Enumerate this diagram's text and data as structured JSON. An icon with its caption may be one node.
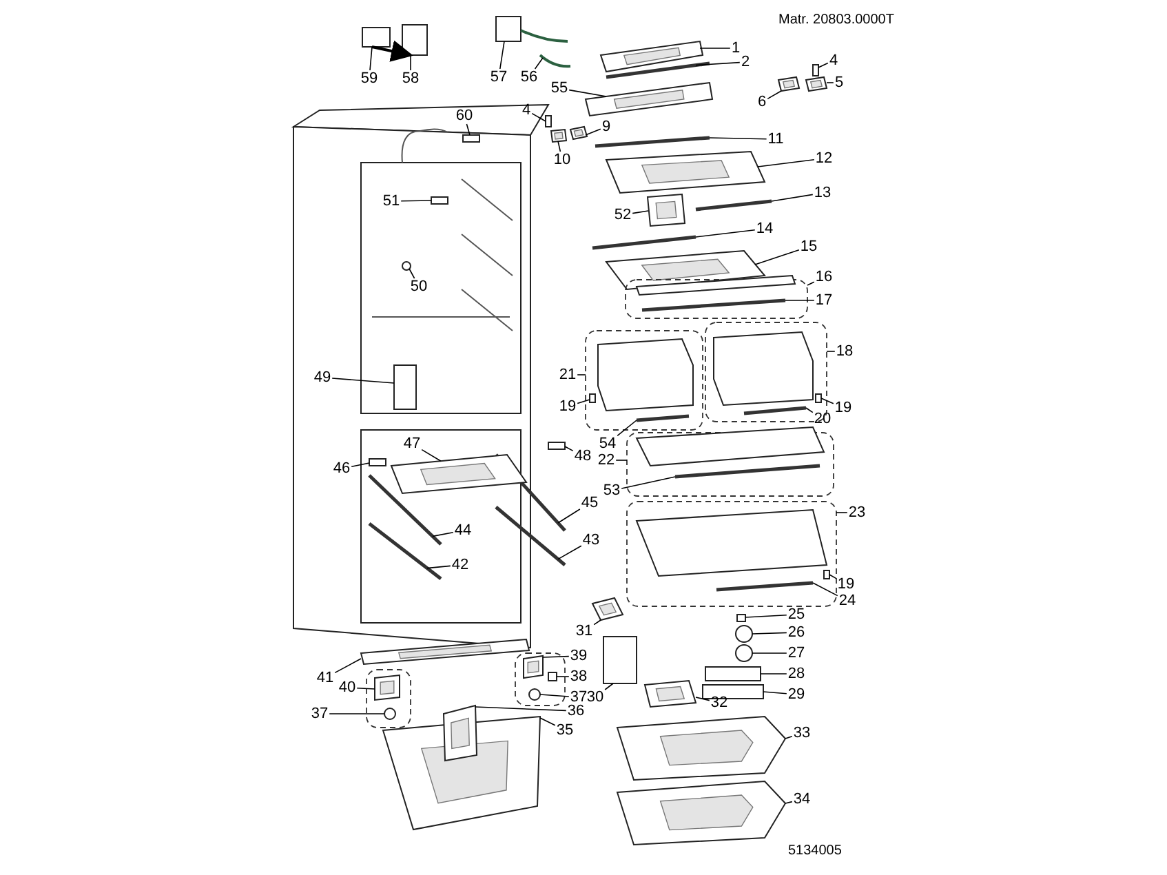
{
  "diagram": {
    "nodes": [
      {
        "text": [
          "1"
        ]
      },
      {
        "text": [
          "2"
        ]
      },
      {
        "text": [
          "4"
        ]
      },
      {
        "text": [
          "5"
        ]
      },
      {
        "text": [
          "6"
        ]
      },
      {
        "text": [
          "55"
        ]
      },
      {
        "text": [
          "57"
        ]
      },
      {
        "text": [
          "56"
        ]
      },
      {
        "text": [
          "59"
        ]
      },
      {
        "text": [
          "58"
        ]
      },
      {
        "text": [
          "4"
        ]
      },
      {
        "text": [
          "9"
        ]
      },
      {
        "text": [
          "10"
        ]
      },
      {
        "text": [
          "60"
        ]
      },
      {
        "text": [
          "11"
        ]
      },
      {
        "text": [
          "12"
        ]
      },
      {
        "text": [
          "13"
        ]
      },
      {
        "text": [
          "52"
        ]
      },
      {
        "text": [
          "14"
        ]
      },
      {
        "text": [
          "15"
        ]
      },
      {
        "text": [
          "16"
        ]
      },
      {
        "text": [
          "17"
        ]
      },
      {
        "text": [
          "18"
        ]
      },
      {
        "text": [
          "21"
        ]
      },
      {
        "text": [
          "19"
        ]
      },
      {
        "text": [
          "20"
        ]
      },
      {
        "text": [
          "19"
        ]
      },
      {
        "text": [
          "54"
        ]
      },
      {
        "text": [
          "22"
        ]
      },
      {
        "text": [
          "53"
        ]
      },
      {
        "text": [
          "23"
        ]
      },
      {
        "text": [
          "19"
        ]
      },
      {
        "text": [
          "24"
        ]
      },
      {
        "text": [
          "25"
        ]
      },
      {
        "text": [
          "26"
        ]
      },
      {
        "text": [
          "27"
        ]
      },
      {
        "text": [
          "28"
        ]
      },
      {
        "text": [
          "29"
        ]
      },
      {
        "text": [
          "33"
        ]
      },
      {
        "text": [
          "34"
        ]
      },
      {
        "text": [
          "31"
        ]
      },
      {
        "text": [
          "30"
        ]
      },
      {
        "text": [
          "32"
        ]
      },
      {
        "text": [
          "35"
        ]
      },
      {
        "text": [
          "36"
        ]
      },
      {
        "text": [
          "37"
        ]
      },
      {
        "text": [
          "38"
        ]
      },
      {
        "text": [
          "39"
        ]
      },
      {
        "text": [
          "37"
        ]
      },
      {
        "text": [
          "40"
        ]
      },
      {
        "text": [
          "41"
        ]
      },
      {
        "text": [
          "42"
        ]
      },
      {
        "text": [
          "43"
        ]
      },
      {
        "text": [
          "44"
        ]
      },
      {
        "text": [
          "45"
        ]
      },
      {
        "text": [
          "46"
        ]
      },
      {
        "text": [
          "47"
        ]
      },
      {
        "text": [
          "48"
        ]
      },
      {
        "text": [
          "49"
        ]
      },
      {
        "text": [
          "50"
        ]
      },
      {
        "text": [
          "51"
        ]
      },
      {
        "text": [],
        "shape": "box"
      },
      {
        "text": [],
        "shape": "box"
      },
      {
        "text": [],
        "shape": "picture"
      },
      {
        "text": [],
        "shape": "bar"
      },
      {
        "text": [],
        "shape": "box"
      },
      {
        "text": [],
        "shape": "picture"
      },
      {
        "text": [],
        "shape": "picture"
      },
      {
        "text": [],
        "shape": "picture"
      },
      {
        "text": [],
        "shape": "box"
      },
      {
        "text": [],
        "shape": "picture"
      },
      {
        "text": [],
        "shape": "box"
      },
      {
        "text": [],
        "shape": "box"
      },
      {
        "text": [],
        "shape": "box"
      },
      {
        "text": [],
        "shape": "picture"
      },
      {
        "text": [],
        "shape": "picture"
      },
      {
        "text": [],
        "shape": "box"
      },
      {
        "text": [],
        "shape": "bar"
      },
      {
        "text": [],
        "shape": "picture"
      },
      {
        "text": [],
        "shape": "bar"
      },
      {
        "text": [],
        "shape": "picture"
      },
      {
        "text": [],
        "shape": "bar"
      },
      {
        "text": [],
        "shape": "picture"
      },
      {
        "text": [],
        "shape": "box"
      },
      {
        "text": [],
        "shape": "bar",
        "in": 83
      },
      {
        "text": [],
        "shape": "box"
      },
      {
        "text": [],
        "shape": "box"
      },
      {
        "text": [],
        "shape": "box",
        "in": 86
      },
      {
        "text": [],
        "shape": "bar",
        "in": 85
      },
      {
        "text": [],
        "shape": "box",
        "in": 85
      },
      {
        "text": [],
        "shape": "bar",
        "in": 86
      },
      {
        "text": [],
        "shape": "box"
      },
      {
        "text": [],
        "shape": "bar",
        "in": 91
      },
      {
        "text": [],
        "shape": "box"
      },
      {
        "text": [],
        "shape": "box",
        "in": 93
      },
      {
        "text": [],
        "shape": "bar",
        "in": 93
      },
      {
        "text": [],
        "shape": "box"
      },
      {
        "text": [],
        "shape": "circle"
      },
      {
        "text": [],
        "shape": "circle"
      },
      {
        "text": [],
        "shape": "box"
      },
      {
        "text": [],
        "shape": "box"
      },
      {
        "text": [],
        "shape": "picture"
      },
      {
        "text": [],
        "shape": "picture"
      },
      {
        "text": [],
        "shape": "picture"
      },
      {
        "text": [],
        "shape": "box"
      },
      {
        "text": [],
        "shape": "picture"
      },
      {
        "text": [],
        "shape": "picture"
      },
      {
        "text": [],
        "shape": "picture"
      },
      {
        "text": [],
        "shape": "circle",
        "in": 62
      },
      {
        "text": [],
        "shape": "box",
        "in": 62
      },
      {
        "text": [],
        "shape": "picture",
        "in": 62
      },
      {
        "text": [],
        "shape": "circle",
        "in": 61
      },
      {
        "text": [],
        "shape": "picture",
        "in": 61
      },
      {
        "text": [],
        "shape": "picture"
      },
      {
        "text": [],
        "shape": "bar"
      },
      {
        "text": [],
        "shape": "bar"
      },
      {
        "text": [],
        "shape": "bar"
      },
      {
        "text": [],
        "shape": "bar"
      },
      {
        "text": [],
        "shape": "box"
      },
      {
        "text": [],
        "shape": "picture"
      },
      {
        "text": [],
        "shape": "box"
      },
      {
        "text": [],
        "shape": "box"
      },
      {
        "text": [],
        "shape": "circle"
      },
      {
        "text": [],
        "shape": "box"
      }
    ],
    "edges": [
      {
        "from": 0,
        "to": 63,
        "arrow": "none"
      },
      {
        "from": 1,
        "to": 64,
        "arrow": "none"
      },
      {
        "from": 2,
        "to": 65,
        "arrow": "none"
      },
      {
        "from": 3,
        "to": 66,
        "arrow": "none"
      },
      {
        "from": 4,
        "to": 67,
        "arrow": "none"
      },
      {
        "from": 5,
        "to": 68,
        "arrow": "none"
      },
      {
        "from": 6,
        "to": 69,
        "arrow": "none"
      },
      {
        "from": 7,
        "to": 70,
        "arrow": "none"
      },
      {
        "from": 8,
        "to": 71,
        "arrow": "none"
      },
      {
        "from": 9,
        "to": 72,
        "arrow": "none"
      },
      {
        "from": 10,
        "to": 73,
        "arrow": "none"
      },
      {
        "from": 11,
        "to": 74,
        "arrow": "none"
      },
      {
        "from": 12,
        "to": 75,
        "arrow": "none"
      },
      {
        "from": 13,
        "to": 76,
        "arrow": "none"
      },
      {
        "from": 14,
        "to": 77,
        "arrow": "none"
      },
      {
        "from": 15,
        "to": 78,
        "arrow": "none"
      },
      {
        "from": 16,
        "to": 79,
        "arrow": "none"
      },
      {
        "from": 17,
        "to": 80,
        "arrow": "none"
      },
      {
        "from": 18,
        "to": 81,
        "arrow": "none"
      },
      {
        "from": 19,
        "to": 82,
        "arrow": "none"
      },
      {
        "from": 20,
        "to": 83,
        "arrow": "none"
      },
      {
        "from": 21,
        "to": 84,
        "arrow": "none"
      },
      {
        "from": 22,
        "to": 85,
        "arrow": "none"
      },
      {
        "from": 23,
        "to": 86,
        "arrow": "none"
      },
      {
        "from": 24,
        "to": 87,
        "arrow": "none"
      },
      {
        "from": 25,
        "to": 88,
        "arrow": "none"
      },
      {
        "from": 26,
        "to": 89,
        "arrow": "none"
      },
      {
        "from": 27,
        "to": 90,
        "arrow": "none"
      },
      {
        "from": 28,
        "to": 91,
        "arrow": "none"
      },
      {
        "from": 29,
        "to": 92,
        "arrow": "none"
      },
      {
        "from": 30,
        "to": 93,
        "arrow": "none"
      },
      {
        "from": 31,
        "to": 94,
        "arrow": "none"
      },
      {
        "from": 32,
        "to": 95,
        "arrow": "none"
      },
      {
        "from": 33,
        "to": 96,
        "arrow": "none"
      },
      {
        "from": 34,
        "to": 97,
        "arrow": "none"
      },
      {
        "from": 35,
        "to": 98,
        "arrow": "none"
      },
      {
        "from": 36,
        "to": 99,
        "arrow": "none"
      },
      {
        "from": 37,
        "to": 100,
        "arrow": "none"
      },
      {
        "from": 38,
        "to": 101,
        "arrow": "none"
      },
      {
        "from": 39,
        "to": 102,
        "arrow": "none"
      },
      {
        "from": 40,
        "to": 103,
        "arrow": "none"
      },
      {
        "from": 41,
        "to": 104,
        "arrow": "none"
      },
      {
        "from": 42,
        "to": 105,
        "arrow": "none"
      },
      {
        "from": 43,
        "to": 106,
        "arrow": "none"
      },
      {
        "from": 44,
        "to": 107,
        "arrow": "none"
      },
      {
        "from": 45,
        "to": 108,
        "arrow": "none"
      },
      {
        "from": 46,
        "to": 109,
        "arrow": "none"
      },
      {
        "from": 47,
        "to": 110,
        "arrow": "none"
      },
      {
        "from": 48,
        "to": 111,
        "arrow": "none"
      },
      {
        "from": 49,
        "to": 112,
        "arrow": "none"
      },
      {
        "from": 50,
        "to": 113,
        "arrow": "none"
      },
      {
        "from": 51,
        "to": 114,
        "arrow": "none"
      },
      {
        "from": 52,
        "to": 115,
        "arrow": "none"
      },
      {
        "from": 53,
        "to": 116,
        "arrow": "none"
      },
      {
        "from": 54,
        "to": 117,
        "arrow": "none"
      },
      {
        "from": 55,
        "to": 118,
        "arrow": "none"
      },
      {
        "from": 56,
        "to": 119,
        "arrow": "none"
      },
      {
        "from": 57,
        "to": 120,
        "arrow": "none"
      },
      {
        "from": 58,
        "to": 121,
        "arrow": "none"
      },
      {
        "from": 59,
        "to": 122,
        "arrow": "none"
      },
      {
        "from": 60,
        "to": 123,
        "arrow": "none"
      },
      {
        "from": 71,
        "to": 72,
        "arrow": "to"
      }
    ],
    "labels": [
      "Matr. 20803.0000T",
      "5134005"
    ]
  }
}
